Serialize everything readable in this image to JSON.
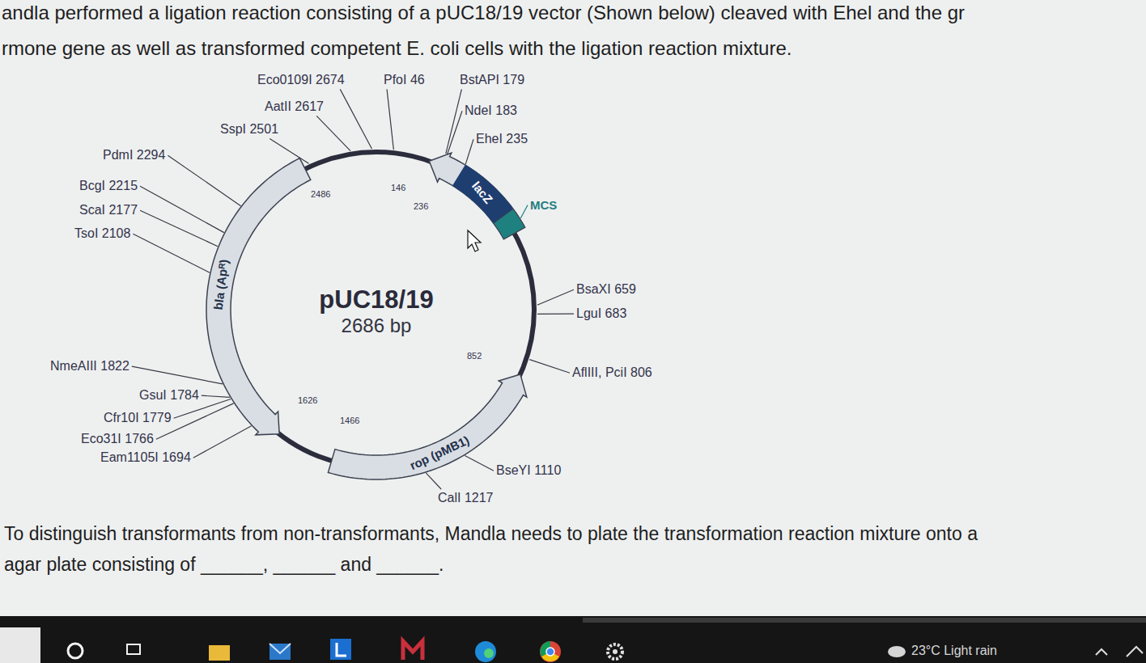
{
  "diagram": {
    "nodes": [
      {
        "text": [
          "pUC18/19",
          "2686 bp"
        ]
      }
    ],
    "labels": [
      "andla performed a ligation reaction consisting of a pUC18/19 vector (Shown below) cleaved with Ehel and the gr",
      "rmone gene as well as transformed competent E. coli cells with the ligation reaction mixture.",
      "Eco0109I 2674",
      "PfoI 46",
      "BstAPI 179",
      "AatII 2617",
      "NdeI 183",
      "SspI 2501",
      "EheI 235",
      "PdmI 2294",
      "BcgI 2215",
      "ScaI 2177",
      "TsoI 2108",
      "2486",
      "146",
      "236",
      "lacZ",
      "MCS",
      "bla (Apᴿ)",
      "BsaXI 659",
      "LguI 683",
      "AflIII, PciI 806",
      "852",
      "NmeAIII 1822",
      "GsuI 1784",
      "1626",
      "Cfr10I 1779",
      "1466",
      "Eco31I 1766",
      "Eam1105I 1694",
      "rop (pMB1)",
      "BseYI 1110",
      "CalI 1217",
      "To distinguish transformants from non-transformants, Mandla needs to plate the transformation reaction mixture onto a",
      "agar plate consisting of ______, ______ and ______.",
      "23°C Light rain"
    ]
  }
}
